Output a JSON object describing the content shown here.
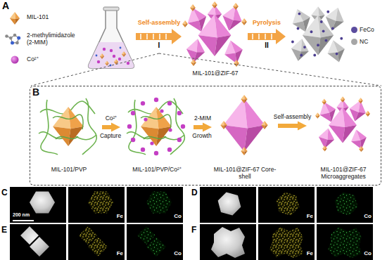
{
  "diagram": {
    "nodes": [
      {
        "text": [
          "MIL-101"
        ]
      },
      {
        "text": [
          "2-methylimidazole (2-MIM)"
        ]
      },
      {
        "text": [
          "Co²⁺"
        ]
      },
      {
        "text": [
          "MIL-101@ZIF-67"
        ]
      },
      {
        "text": [
          "B"
        ]
      },
      {
        "text": [
          "MIL-101/PVP"
        ],
        "in": 4
      },
      {
        "text": [
          "MIL-101/PVP/Co²⁺"
        ],
        "in": 4
      },
      {
        "text": [
          "MIL-101@ZIF-67 Core-shell"
        ],
        "in": 4
      },
      {
        "text": [
          "MIL-101@ZIF-67 Microaggregates"
        ],
        "in": 4
      }
    ],
    "edges": [
      {
        "from": 5,
        "to": 6,
        "arrow": "to",
        "label": "Co²⁺"
      },
      {
        "from": 6,
        "to": 7,
        "arrow": "to",
        "label": "2-MIM"
      },
      {
        "from": 7,
        "to": 8,
        "arrow": "to",
        "label": "Self-assembly"
      }
    ],
    "labels": [
      "A",
      "Self-assembly",
      "I",
      "Pyrolysis",
      "II",
      "Capture",
      "Growth",
      "C",
      "200 nm",
      "Fe",
      "Co",
      "D",
      "Fe",
      "Co",
      "E",
      "Fe",
      "Co",
      "F",
      "Fe",
      "Co"
    ],
    "legend": [
      {
        "text": "FeCo",
        "color": "#5b4c9e"
      },
      {
        "text": "NC",
        "color": "#a6a6a6"
      }
    ]
  }
}
